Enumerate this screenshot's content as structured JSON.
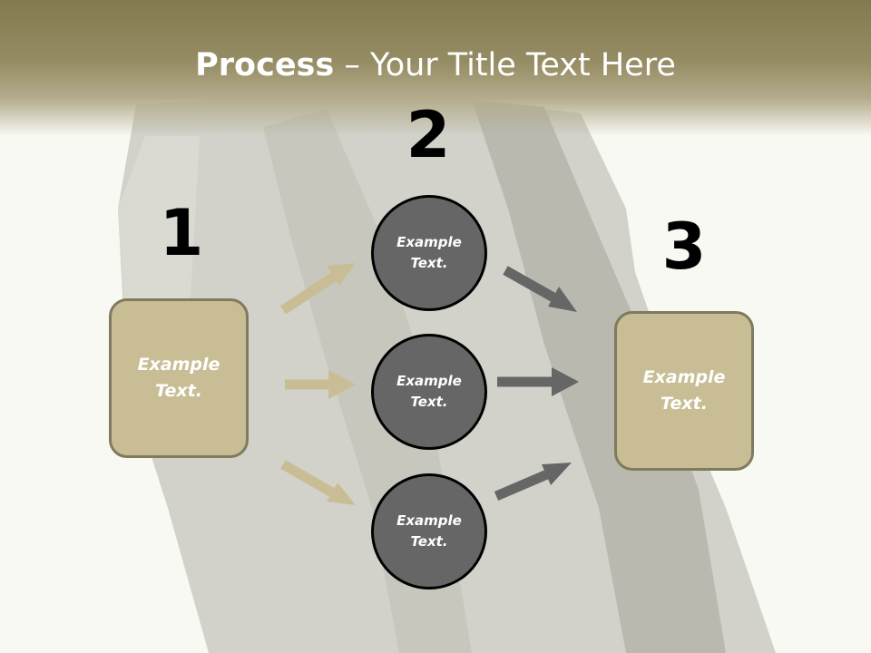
{
  "slide": {
    "title_bold": "Process",
    "title_rest": " – Your Title Text Here",
    "colors": {
      "header": "#837a4f",
      "box_fill": "#c9bd95",
      "box_border": "#807a5e",
      "circle_fill": "#666666",
      "arrow_left": "#c9bd95",
      "arrow_right": "#666666"
    }
  },
  "steps": {
    "one": {
      "number": "1",
      "text": "Example Text."
    },
    "two": {
      "number": "2"
    },
    "three": {
      "number": "3",
      "text": "Example Text."
    }
  },
  "circles": [
    {
      "text": "Example Text."
    },
    {
      "text": "Example Text."
    },
    {
      "text": "Example Text."
    }
  ]
}
